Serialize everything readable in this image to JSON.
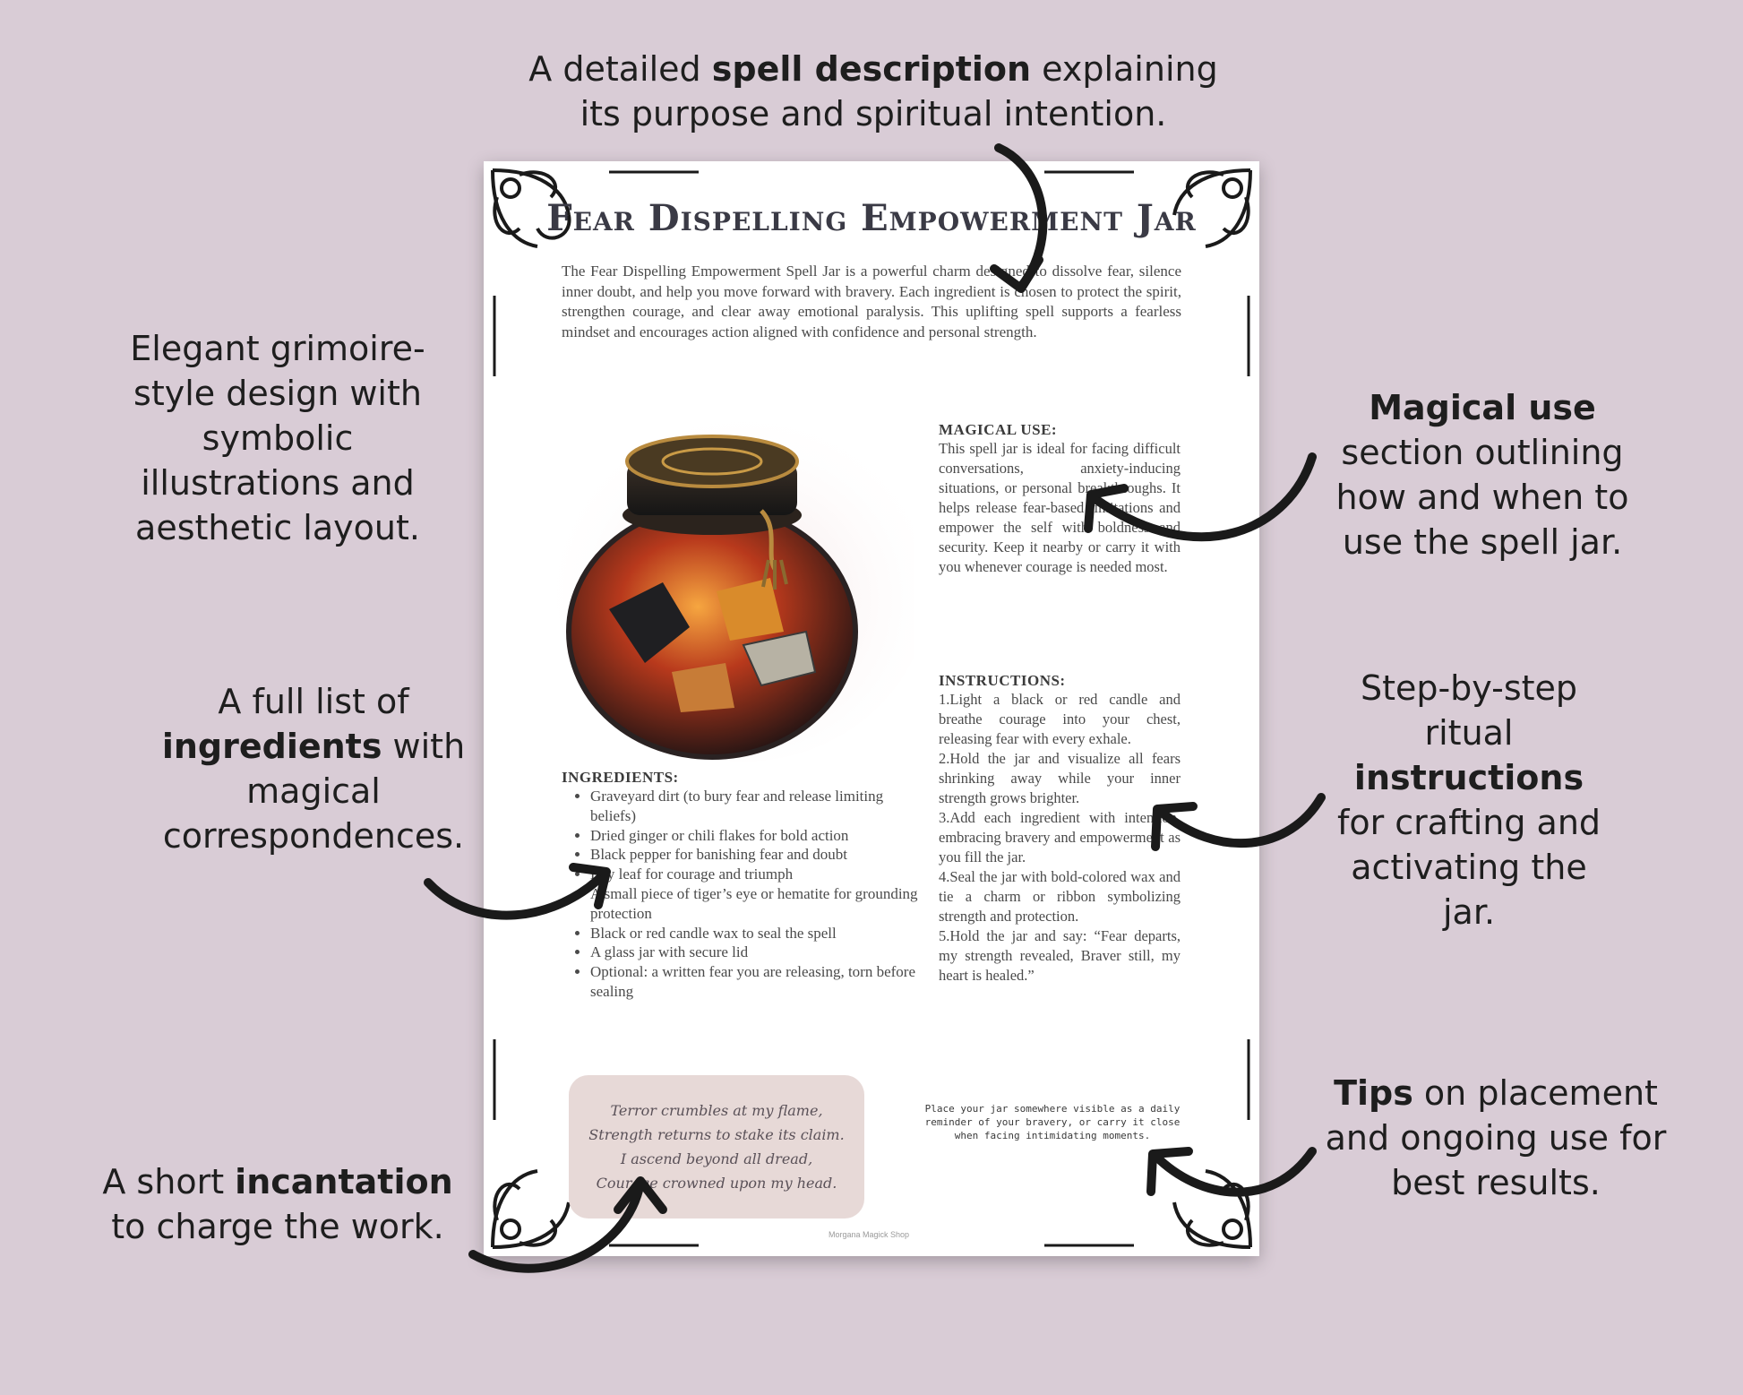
{
  "callouts": {
    "spell_description": {
      "pre": "A detailed ",
      "bold": "spell description",
      "post": " explaining its purpose and spiritual intention."
    },
    "design": {
      "text": "Elegant grimoire-style design with symbolic illustrations and aesthetic layout."
    },
    "magical_use": {
      "pre": "",
      "bold": "Magical use",
      "post": " section outlining how and when to use the spell jar."
    },
    "ingredients": {
      "pre": "A full list of ",
      "bold": "ingredients",
      "post": " with magical correspondences."
    },
    "instructions": {
      "pre": "Step-by-step ritual ",
      "bold": "instructions",
      "post": " for crafting and activating the jar."
    },
    "incantation": {
      "pre": "A short ",
      "bold": "incantation",
      "post": " to charge the work."
    },
    "tips": {
      "pre": "",
      "bold": "Tips",
      "post": " on placement and ongoing use for best results."
    }
  },
  "sheet": {
    "title": "Fear Dispelling Empowerment Jar",
    "intro": "The Fear Dispelling Empowerment Spell Jar is a powerful charm designed to dissolve fear, silence inner doubt, and help you move forward with bravery. Each ingredient is chosen to protect the spirit, strengthen courage, and clear away emotional paralysis. This uplifting spell supports a fearless mindset and encourages action aligned with confidence and personal strength.",
    "magical_use": {
      "heading": "MAGICAL USE:",
      "text": "This spell jar is ideal for facing difficult conversations, anxiety-inducing situations, or personal breakthroughs. It helps release fear-based limitations and empower the self with boldness and security. Keep it nearby or carry it with you whenever courage is needed most."
    },
    "instructions": {
      "heading": "INSTRUCTIONS:",
      "steps": [
        "1.Light a black or red candle and breathe courage into your chest, releasing fear with every exhale.",
        "2.Hold the jar and visualize all fears shrinking away while your inner strength grows brighter.",
        "3.Add each ingredient with intention, embracing bravery and empowerment as you fill the jar.",
        "4.Seal the jar with bold-colored wax and tie a charm or ribbon symbolizing strength and protection.",
        "5.Hold the jar and say: “Fear departs, my strength revealed, Braver still, my heart is healed.”"
      ]
    },
    "ingredients": {
      "heading": "INGREDIENTS:",
      "items": [
        "Graveyard dirt (to bury fear and release limiting beliefs)",
        "Dried ginger or chili flakes for bold action",
        "Black pepper for banishing fear and doubt",
        "Bay leaf for courage and triumph",
        "A small piece of tiger’s eye or hematite for grounding protection",
        "Black or red candle wax to seal the spell",
        "A glass jar with secure lid",
        "Optional: a written fear you are releasing, torn before sealing"
      ]
    },
    "incantation": [
      "Terror crumbles at my flame,",
      "Strength returns to stake its claim.",
      "I ascend beyond all dread,",
      "Courage crowned upon my head."
    ],
    "tips": "Place your jar somewhere visible as a daily reminder of your bravery, or carry it close when facing intimidating moments.",
    "shop": "Morgana Magick Shop"
  },
  "colors": {
    "background": "#d9ccd6",
    "sheet": "#ffffff",
    "incantation_box": "#e7d9d7",
    "ink": "#1e1e1e"
  },
  "icons": [
    "ornament-flourish",
    "arrow",
    "spell-jar-illustration"
  ]
}
